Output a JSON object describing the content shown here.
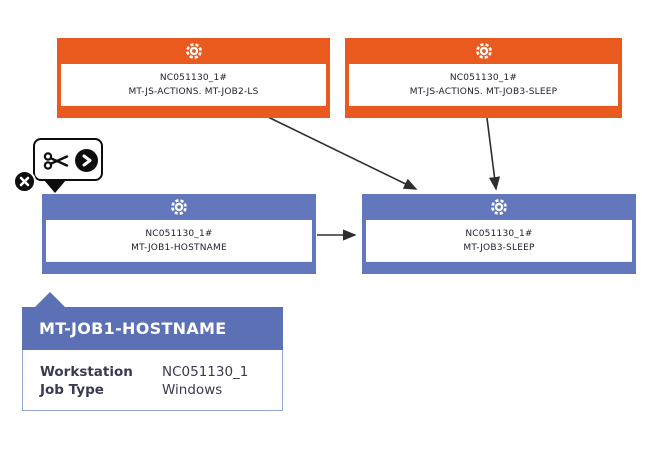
{
  "app": {
    "view_name": "job-stream-dependency-graph"
  },
  "colors": {
    "orange_node": "#EA5A1E",
    "blue_node": "#6377BC",
    "tooltip_header": "#5C71B5",
    "arrow": "#2e2e2e",
    "node_text": "#21212f",
    "toolbar_black": "#0d0d0d"
  },
  "nodes": [
    {
      "id": "action-job2-ls",
      "color": "orange",
      "icon": "gear-icon",
      "workstation_line": "NC051130_1#",
      "job_line": "MT-JS-ACTIONS. MT-JOB2-LS"
    },
    {
      "id": "action-job3-sleep",
      "color": "orange",
      "icon": "gear-icon",
      "workstation_line": "NC051130_1#",
      "job_line": "MT-JS-ACTIONS. MT-JOB3-SLEEP"
    },
    {
      "id": "job1-hostname",
      "color": "blue",
      "icon": "gear-icon",
      "workstation_line": "NC051130_1#",
      "job_line": "MT-JOB1-HOSTNAME"
    },
    {
      "id": "job3-sleep",
      "color": "blue",
      "icon": "gear-icon",
      "workstation_line": "NC051130_1#",
      "job_line": "MT-JOB3-SLEEP"
    }
  ],
  "edges": [
    {
      "from": "MT-JS-ACTIONS. MT-JOB2-LS",
      "to": "MT-JOB3-SLEEP"
    },
    {
      "from": "MT-JS-ACTIONS. MT-JOB3-SLEEP",
      "to": "MT-JOB3-SLEEP"
    },
    {
      "from": "MT-JOB1-HOSTNAME",
      "to": "MT-JOB3-SLEEP"
    }
  ],
  "toolbar": {
    "icons": [
      {
        "name": "cut-dependency-icon"
      },
      {
        "name": "run-actions-icon",
        "glyph": "chevron-right"
      }
    ],
    "close": {
      "name": "close-icon",
      "glyph": "x"
    }
  },
  "tooltip": {
    "title": "MT-JOB1-HOSTNAME",
    "rows": [
      {
        "label": "Workstation",
        "value": "NC051130_1"
      },
      {
        "label": "Job Type",
        "value": "Windows"
      }
    ]
  }
}
